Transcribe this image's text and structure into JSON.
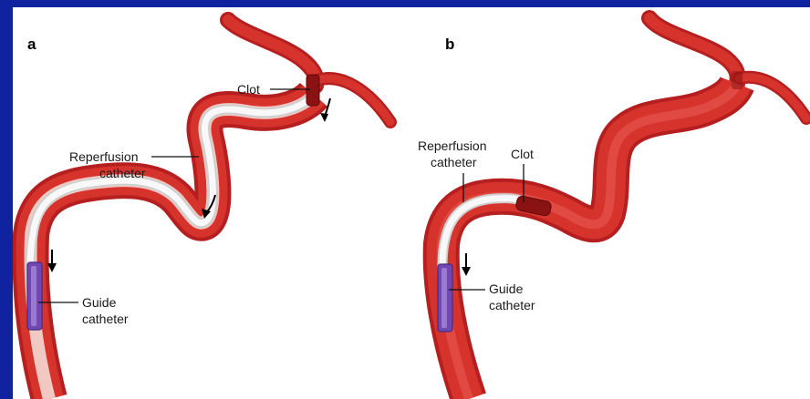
{
  "panels": [
    {
      "letter": "a",
      "labels": {
        "clot": "Clot",
        "reperfusion_line1": "Reperfusion",
        "reperfusion_line2": "catheter",
        "guide_line1": "Guide",
        "guide_line2": "catheter"
      }
    },
    {
      "letter": "b",
      "labels": {
        "clot": "Clot",
        "reperfusion_line1": "Reperfusion",
        "reperfusion_line2": "catheter",
        "guide_line1": "Guide",
        "guide_line2": "catheter"
      }
    }
  ],
  "colors": {
    "slide_background": "#0f23a0",
    "vessel_dark": "#b51f1f",
    "vessel_mid": "#d6332d",
    "vessel_highlight": "#e85a50",
    "catheter_white": "#f4f4f4",
    "guide_catheter": "#7048b0",
    "clot": "#8a1212"
  }
}
